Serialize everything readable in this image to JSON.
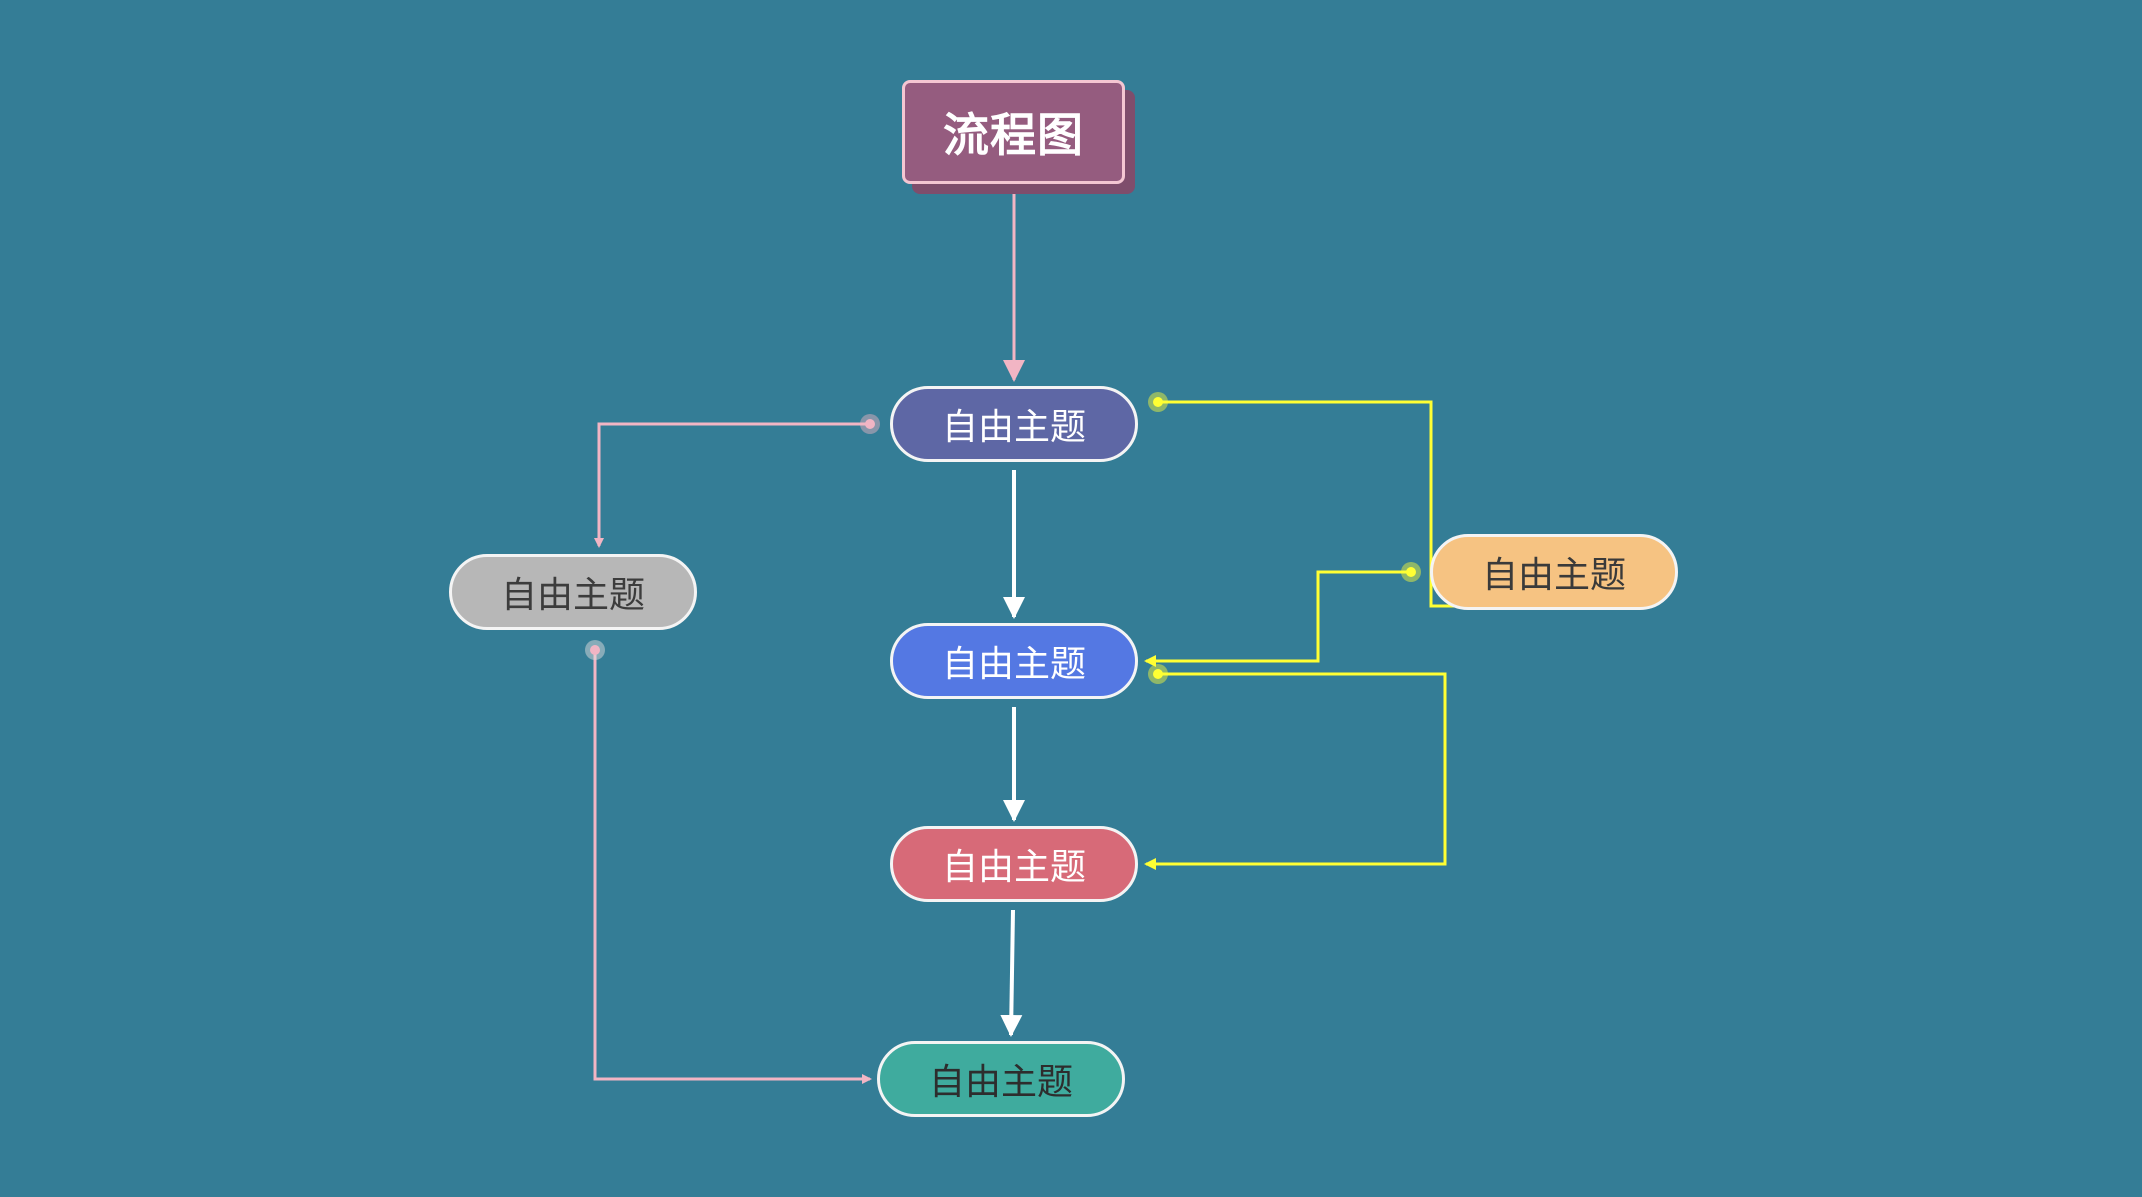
{
  "diagram": {
    "title": "流程图",
    "nodes": [
      {
        "id": "n1",
        "label": "自由主题",
        "color": "#5e67a5"
      },
      {
        "id": "n2",
        "label": "自由主题",
        "color": "#5478e3"
      },
      {
        "id": "n3",
        "label": "自由主题",
        "color": "#d76a78"
      },
      {
        "id": "n4",
        "label": "自由主题",
        "color": "#3fab9e"
      },
      {
        "id": "n5",
        "label": "自由主题",
        "color": "#b7b7b7"
      },
      {
        "id": "n6",
        "label": "自由主题",
        "color": "#f6c382"
      }
    ],
    "colors": {
      "background": "#347d96",
      "title_fill": "#955c7f",
      "pink_connector": "#f2b5c4",
      "white_connector": "#ffffff",
      "yellow_connector": "#ffff33"
    }
  }
}
